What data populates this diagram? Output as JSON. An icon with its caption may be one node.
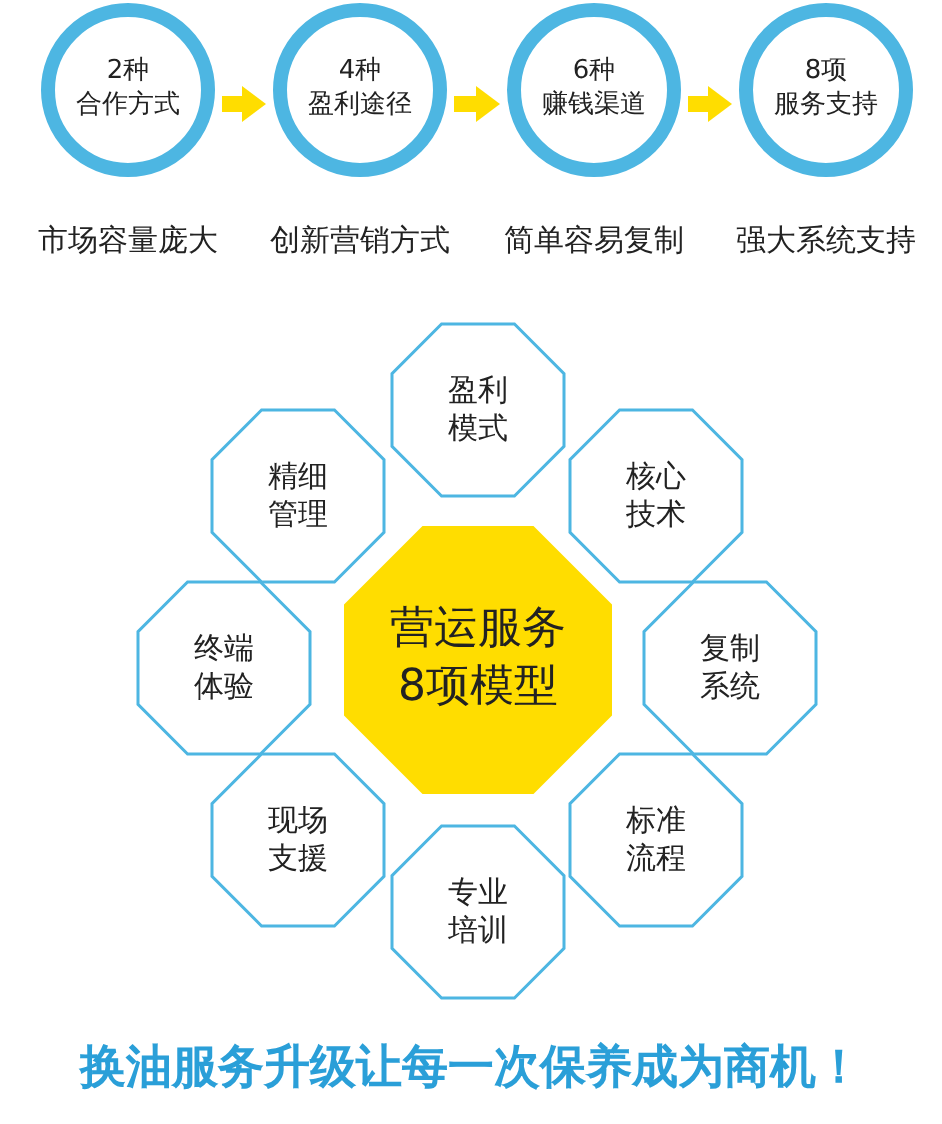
{
  "diagram": {
    "caption": "换油服务升级让每一次保养成为商机！",
    "nodes": [
      {
        "text": [
          "2种",
          "合作方式"
        ],
        "beside": [
          "市场容量庞大"
        ]
      },
      {
        "text": [
          "4种",
          "盈利途径"
        ],
        "beside": [
          "创新营销方式"
        ]
      },
      {
        "text": [
          "6种",
          "赚钱渠道"
        ],
        "beside": [
          "简单容易复制"
        ]
      },
      {
        "text": [
          "8项",
          "服务支持"
        ],
        "beside": [
          "强大系统支持"
        ]
      },
      {
        "text": [
          "营运服务8项模型"
        ]
      },
      {
        "text": [
          "盈利模式"
        ]
      },
      {
        "text": [
          "精细管理"
        ]
      },
      {
        "text": [
          "核心技术"
        ]
      },
      {
        "text": [
          "终端体验"
        ]
      },
      {
        "text": [
          "复制系统"
        ]
      },
      {
        "text": [
          "现场支援"
        ]
      },
      {
        "text": [
          "标准流程"
        ]
      },
      {
        "text": [
          "专业培训"
        ]
      }
    ],
    "edges": [
      {
        "from": 0,
        "to": 1,
        "arrow": "to"
      },
      {
        "from": 1,
        "to": 2,
        "arrow": "to"
      },
      {
        "from": 2,
        "to": 3,
        "arrow": "to"
      }
    ]
  }
}
